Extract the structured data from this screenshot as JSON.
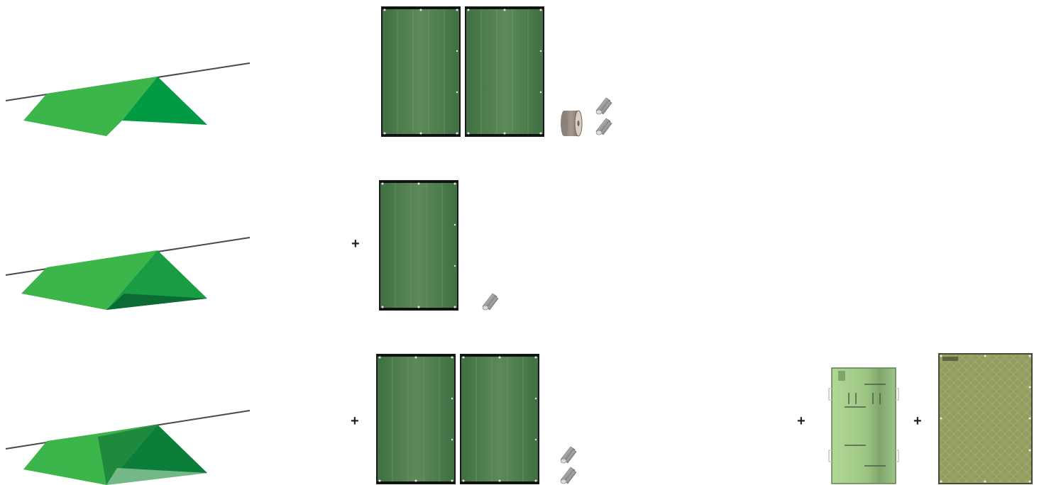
{
  "rows": [
    {
      "name": "row-1",
      "plus_labels": [],
      "items": [
        "tent-illustration",
        "tarp-panel",
        "tarp-panel",
        "rope-spool",
        "tent-stakes",
        "tent-stakes"
      ]
    },
    {
      "name": "row-2",
      "plus_labels": [
        "+"
      ],
      "items": [
        "tent-illustration",
        "tarp-panel",
        "tent-stakes"
      ]
    },
    {
      "name": "row-3",
      "plus_labels": [
        "+",
        "+",
        "+"
      ],
      "items": [
        "tent-illustration",
        "tarp-panel",
        "tarp-panel",
        "tent-stakes",
        "tent-stakes",
        "groundsheet",
        "mesh-panel"
      ]
    }
  ],
  "colors": {
    "tent_light": "#3cb54a",
    "tent_mid": "#1a9c44",
    "tent_dark": "#0b7f3a",
    "ridge_line": "#4a4a4a",
    "tarp_green": "#4e7d4e",
    "tarp_frame": "#1a1a1a",
    "groundsheet_green": "#a8cf8a",
    "mesh_olive": "#8f9a5c"
  }
}
